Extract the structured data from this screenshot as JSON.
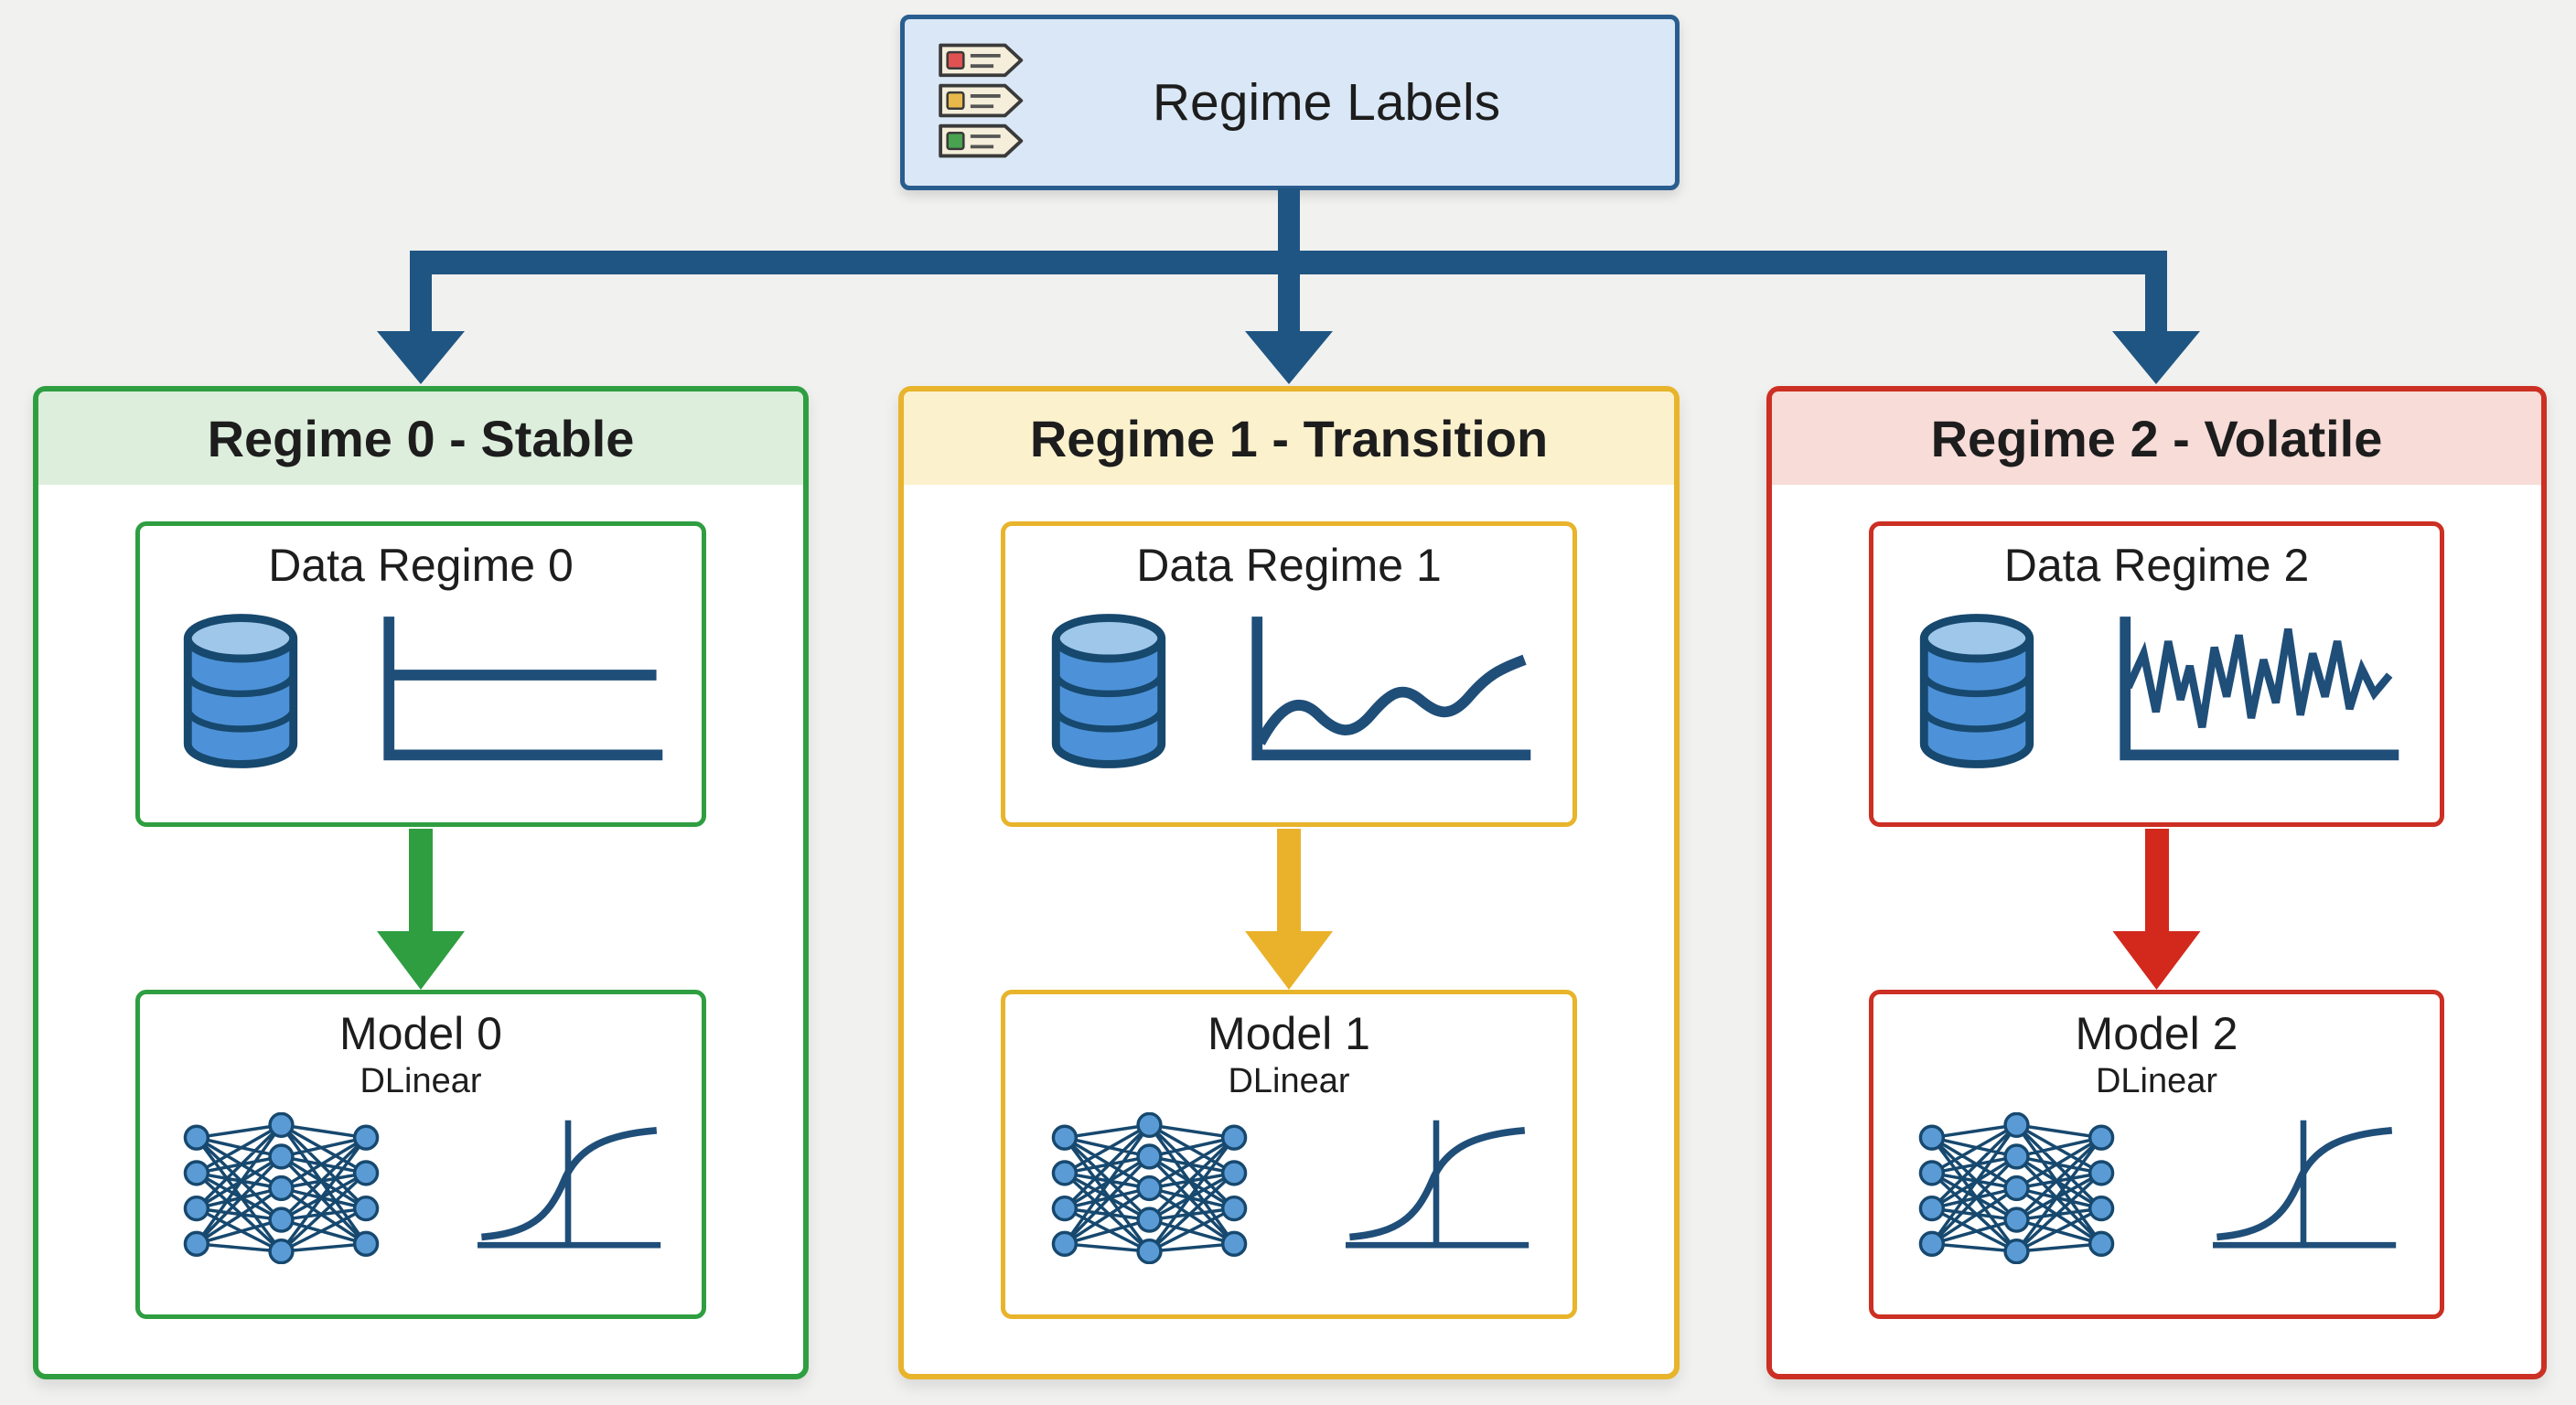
{
  "background": "#f1f1ef",
  "root_node": {
    "title": "Regime Labels",
    "fill": "#d9e7f6",
    "border": "#2a5d8f"
  },
  "connector_color": "#1f5582",
  "icon_colors": {
    "stroke": "#17486e",
    "chart": "#1f4e79",
    "db_fill": "#4d92d8",
    "db_top": "#9ec7ea",
    "node": "#5b9bd5",
    "tag_red": "#e05252",
    "tag_amber": "#e8b84b",
    "tag_green": "#49a24f"
  },
  "regimes": [
    {
      "title": "Regime 0 - Stable",
      "data_title": "Data Regime 0",
      "model_title": "Model 0",
      "model_subtitle": "DLinear",
      "chart_type": "flat",
      "accent": "#2f9e41",
      "header_bg": "#ddeedd",
      "arrow": "#2f9e41"
    },
    {
      "title": "Regime 1 - Transition",
      "data_title": "Data Regime 1",
      "model_title": "Model 1",
      "model_subtitle": "DLinear",
      "chart_type": "wavy",
      "accent": "#e8b42b",
      "header_bg": "#fbf2cd",
      "arrow": "#eab22a"
    },
    {
      "title": "Regime 2 - Volatile",
      "data_title": "Data Regime 2",
      "model_title": "Model 2",
      "model_subtitle": "DLinear",
      "chart_type": "volatile",
      "accent": "#cc2f23",
      "header_bg": "#f7dcd8",
      "arrow": "#d3281c"
    }
  ]
}
